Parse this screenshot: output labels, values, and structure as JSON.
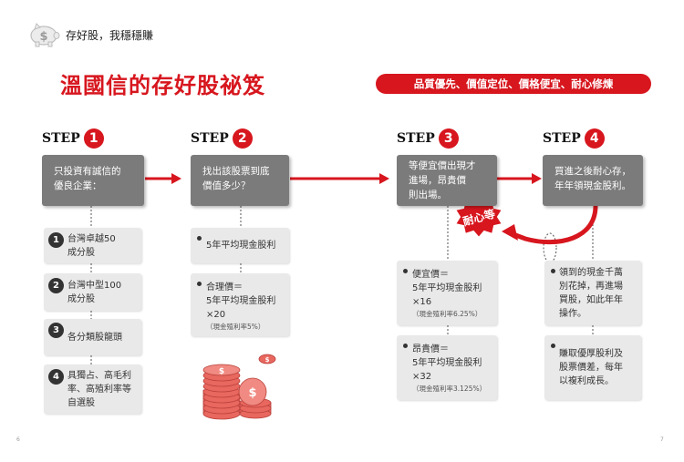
{
  "header": {
    "subtitle": "存好股，我穩穩賺",
    "piggy_symbol": "$"
  },
  "title": "溫國信的存好股祕笈",
  "tagline": "品質優先、價值定位、價格便宜、耐心修煉",
  "steps": [
    {
      "word": "STEP",
      "number": "1",
      "box_lines": [
        "只投資有誠信的",
        "優良企業："
      ]
    },
    {
      "word": "STEP",
      "number": "2",
      "box_lines": [
        "找出該股票到底",
        "價值多少？"
      ]
    },
    {
      "word": "STEP",
      "number": "3",
      "box_lines": [
        "等便宜價出現才",
        "進場，昂貴價",
        "則出場。"
      ]
    },
    {
      "word": "STEP",
      "number": "4",
      "box_lines": [
        "買進之後耐心存，",
        "年年領現金股利。"
      ]
    }
  ],
  "patience_badge": "耐心等",
  "step1_items": [
    {
      "number": "1",
      "lines": [
        "台灣卓越50",
        "成分股"
      ]
    },
    {
      "number": "2",
      "lines": [
        "台灣中型100",
        "成分股"
      ]
    },
    {
      "number": "3",
      "lines": [
        "各分類股龍頭"
      ]
    },
    {
      "number": "4",
      "lines": [
        "具獨占、高毛利",
        "率、高殖利率等",
        "自選股"
      ]
    }
  ],
  "step2_items": [
    {
      "lines": [
        "5年平均現金股利"
      ],
      "note": ""
    },
    {
      "lines": [
        "合理價＝",
        "5年平均現金股利",
        "×20"
      ],
      "note": "（現金殖利率5%）"
    }
  ],
  "step3_items": [
    {
      "lines": [
        "便宜價＝",
        "5年平均現金股利",
        "×16"
      ],
      "note": "（現金殖利率6.25%）"
    },
    {
      "lines": [
        "昂貴價＝",
        "5年平均現金股利",
        "×32"
      ],
      "note": "（現金殖利率3.125%）"
    }
  ],
  "step4_items": [
    {
      "lines": [
        "領到的現金千萬",
        "別花掉，再進場",
        "買股，如此年年",
        "操作。"
      ]
    },
    {
      "lines": [
        "賺取優厚股利及",
        "股票價差，每年",
        "以複利成長。"
      ]
    }
  ],
  "coin_symbol": "$",
  "page_numbers": {
    "left": "6",
    "right": "7"
  },
  "colors": {
    "accent": "#d7161e",
    "box_dark": "#7b7b7b",
    "box_light": "#e9e9e9",
    "coin": "#e8675f"
  }
}
